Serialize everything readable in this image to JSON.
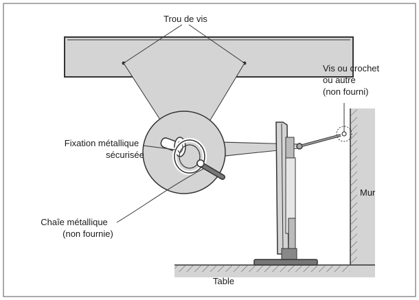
{
  "labels": {
    "screw_hole": "Trou de vis",
    "screw_hook_line1": "Vis ou crochet",
    "screw_hook_line2": "ou autre",
    "screw_hook_line3": "(non fourni)",
    "metal_fixture_line1": "Fixation métallique",
    "metal_fixture_line2": "sécurisée",
    "chain_line1": "Chaîe métallique",
    "chain_line2": "(non fournie)",
    "wall": "Mur",
    "table": "Table"
  },
  "colors": {
    "fill_gray": "#d4d4d4",
    "stroke": "#333333",
    "frame": "#555555"
  }
}
